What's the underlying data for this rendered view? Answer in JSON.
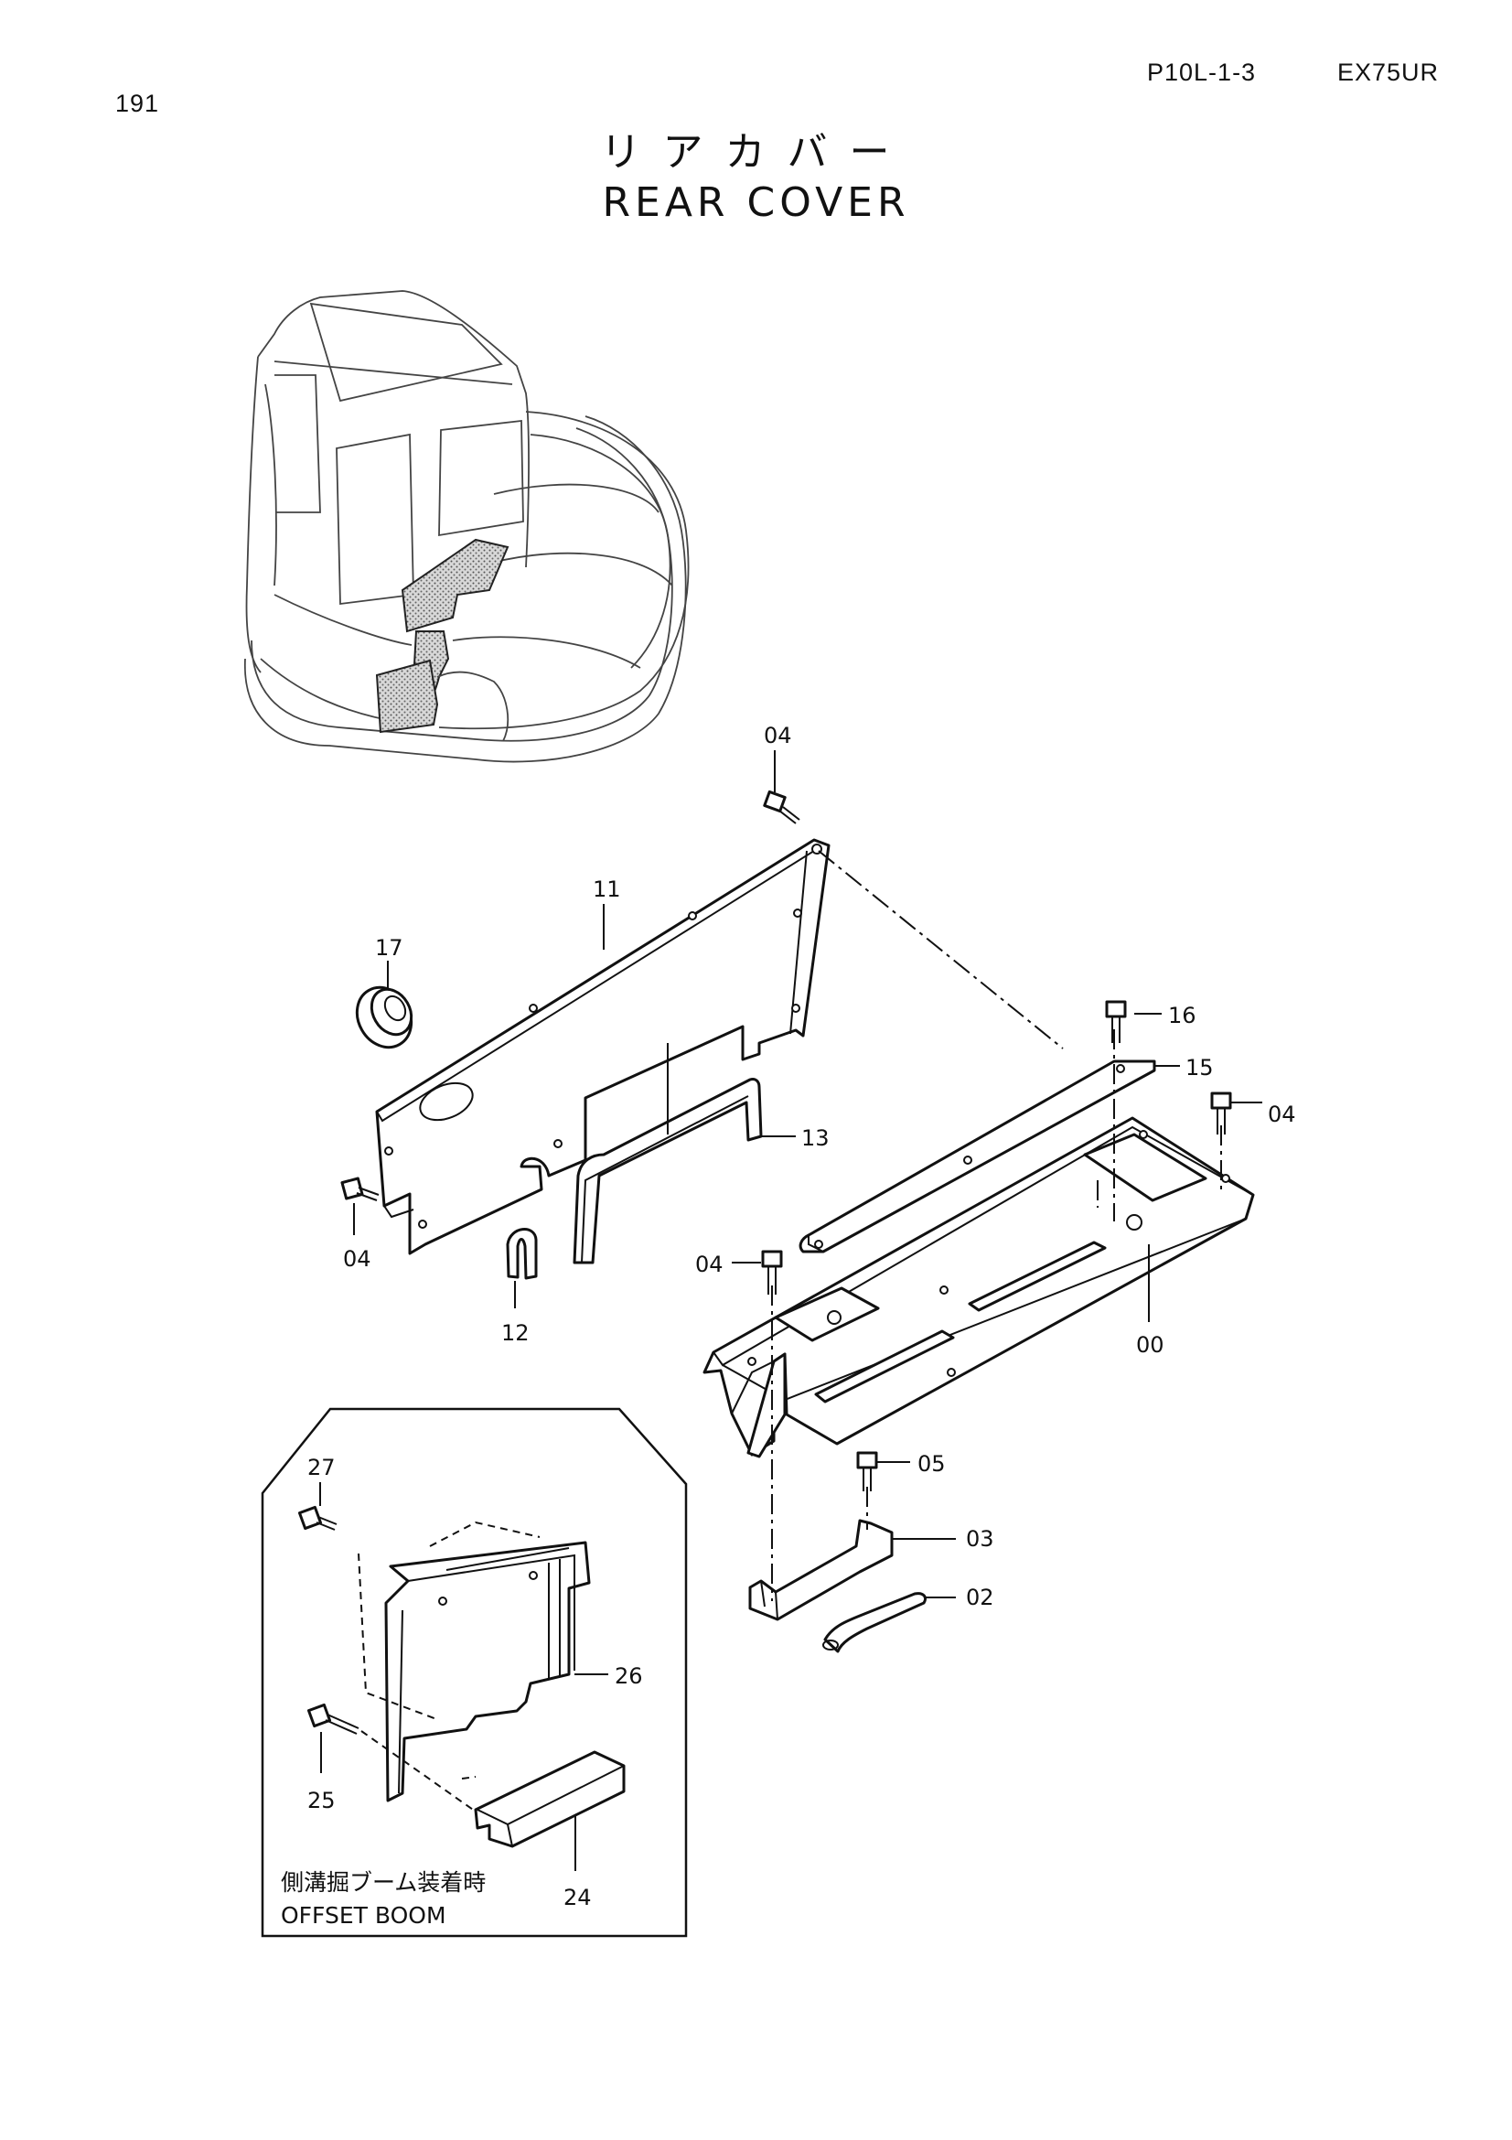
{
  "header": {
    "page_number": "191",
    "section_code": "P10L-1-3",
    "model": "EX75UR"
  },
  "title": {
    "japanese": "リアカバー",
    "english": "REAR COVER"
  },
  "callouts": {
    "c00": "00",
    "c02": "02",
    "c03": "03",
    "c04_top": "04",
    "c04_right": "04",
    "c04_left": "04",
    "c04_mid": "04",
    "c05": "05",
    "c11": "11",
    "c12": "12",
    "c13": "13",
    "c15": "15",
    "c16": "16",
    "c17": "17",
    "c24": "24",
    "c25": "25",
    "c26": "26",
    "c27": "27"
  },
  "inset": {
    "note_japanese": "側溝掘ブーム装着時",
    "note_english": "OFFSET BOOM"
  }
}
